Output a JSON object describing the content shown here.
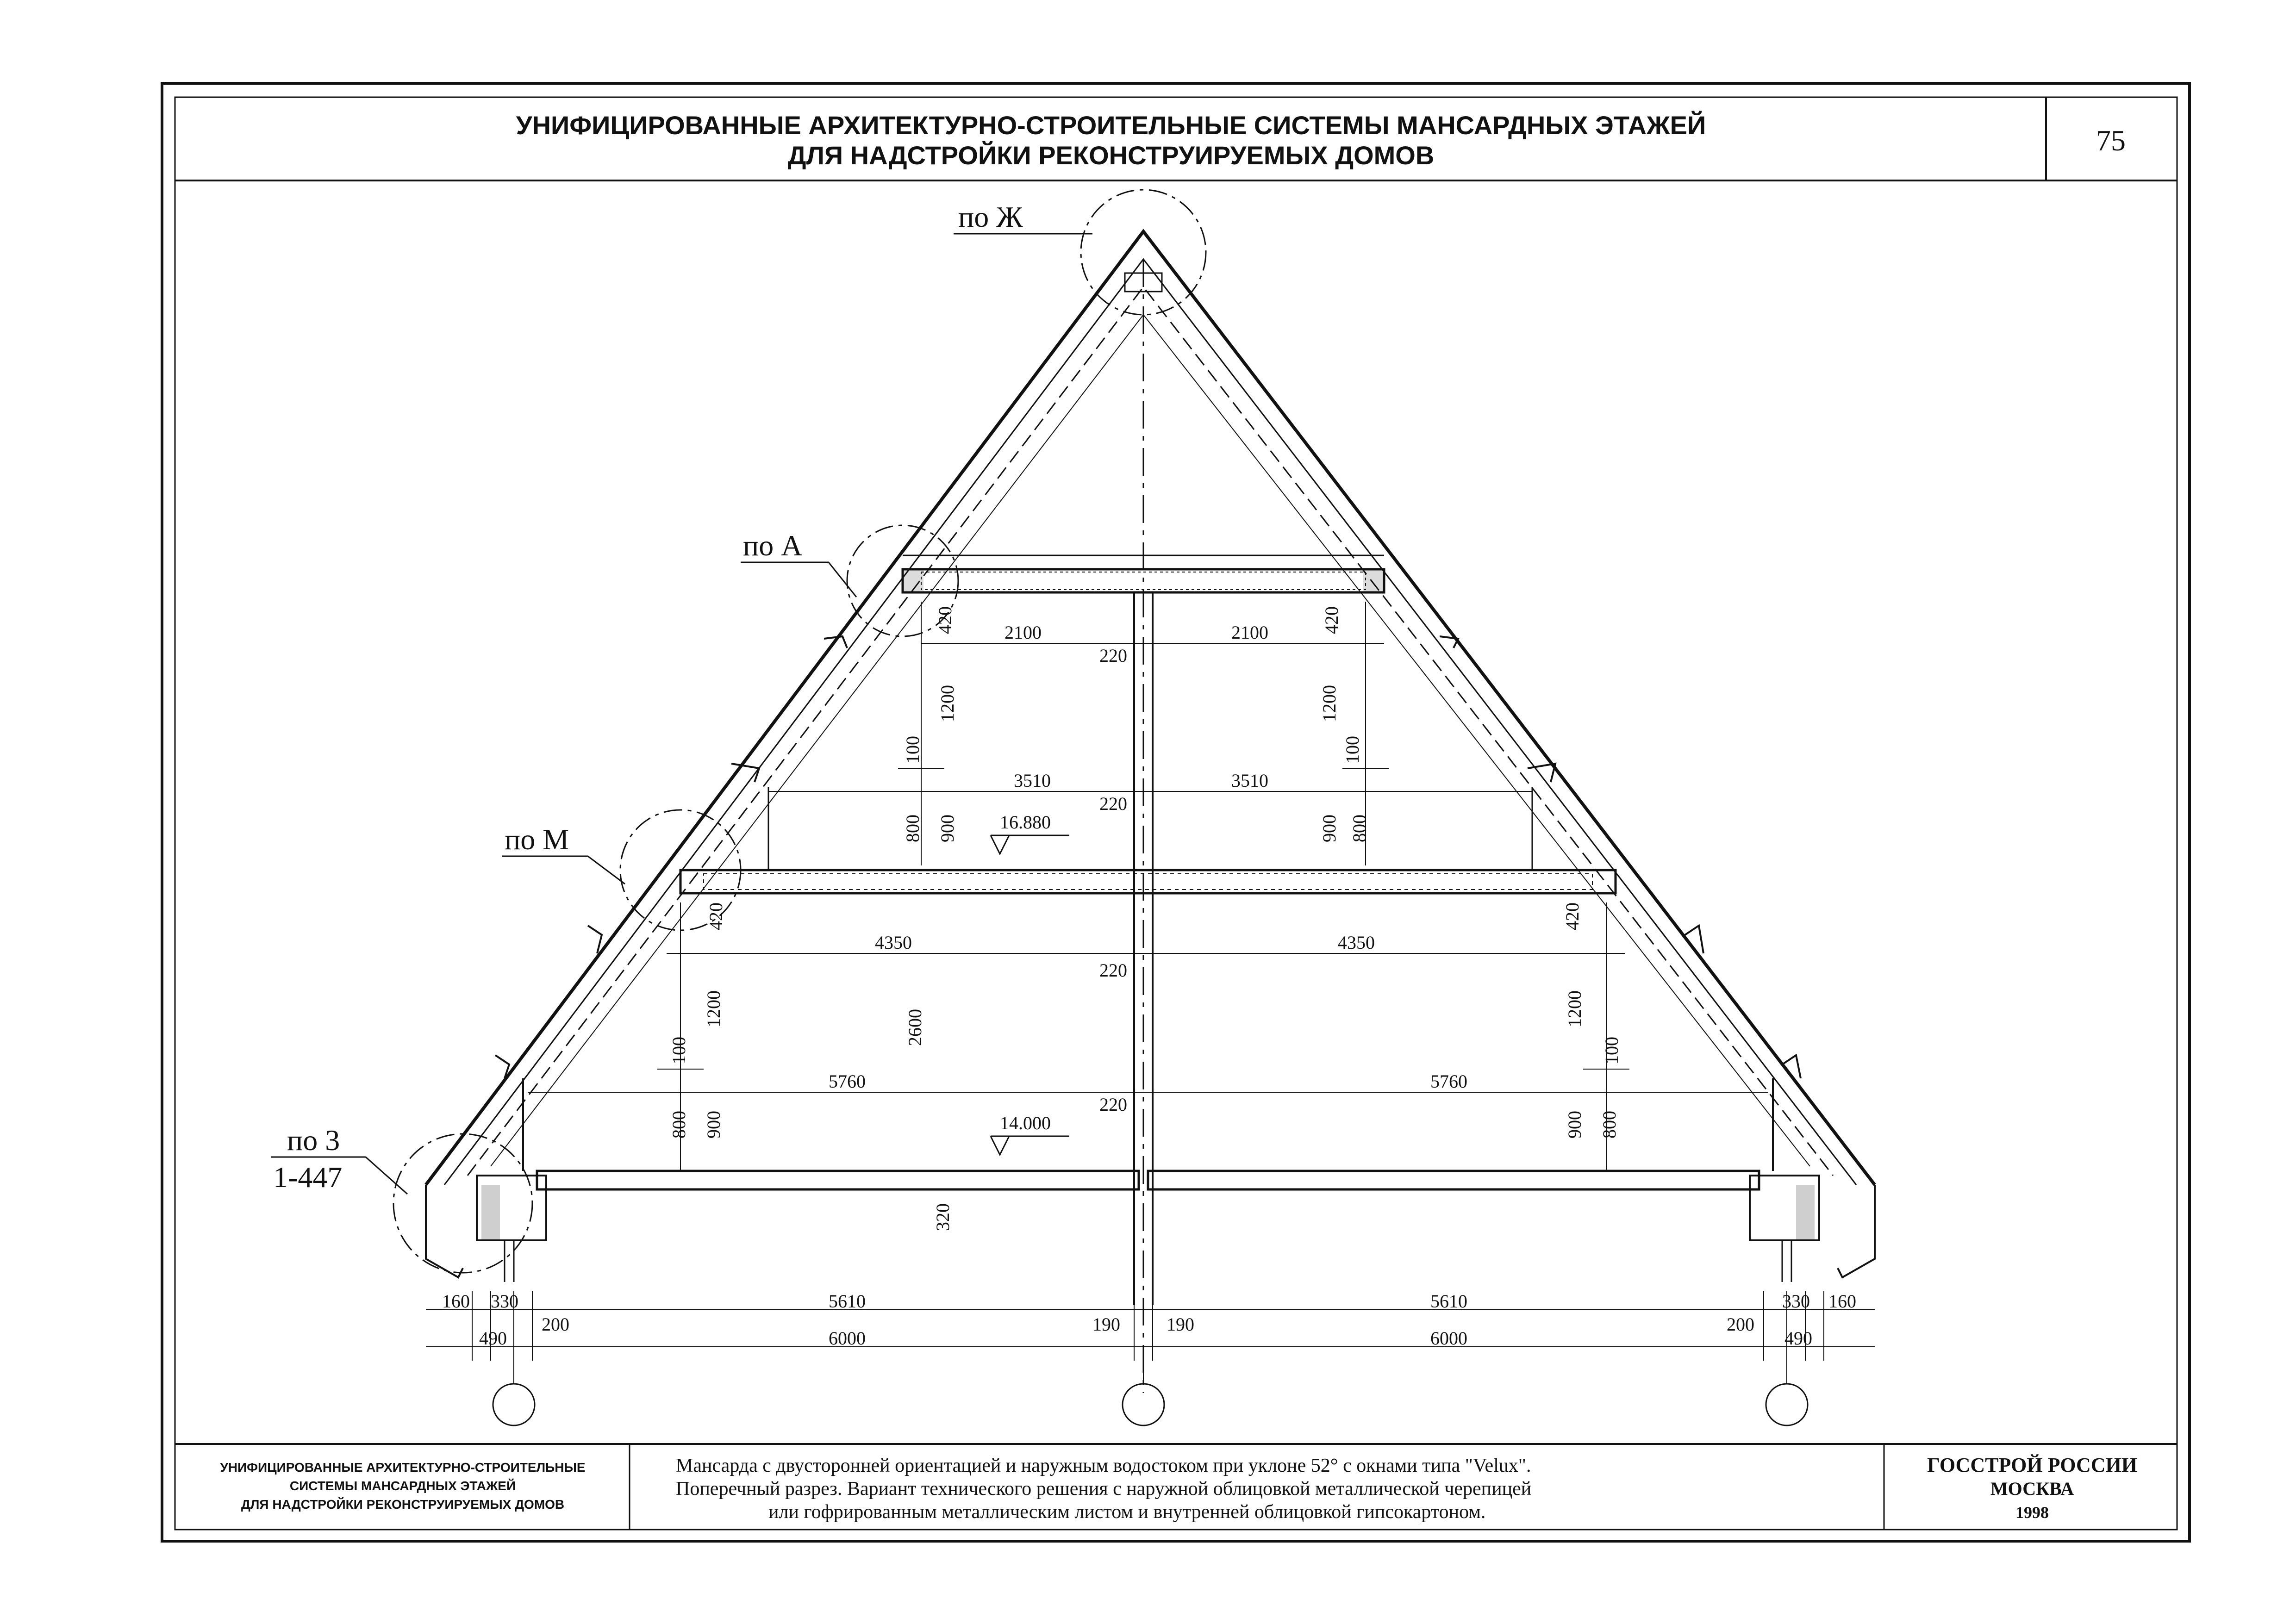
{
  "header": {
    "title_line1": "УНИФИЦИРОВАННЫЕ АРХИТЕКТУРНО-СТРОИТЕЛЬНЫЕ СИСТЕМЫ МАНСАРДНЫХ ЭТАЖЕЙ",
    "title_line2": "ДЛЯ НАДСТРОЙКИ РЕКОНСТРУИРУЕМЫХ ДОМОВ",
    "page_number": "75"
  },
  "callouts": {
    "zh": "по Ж",
    "a": "по А",
    "m": "по М",
    "z_top": "по 3",
    "z_bottom": "1-447"
  },
  "levels": {
    "upper": "16.880",
    "lower": "14.000"
  },
  "dimensions": {
    "d420": "420",
    "d2100": "2100",
    "d220": "220",
    "d1200": "1200",
    "d100": "100",
    "d3510": "3510",
    "d800": "800",
    "d900": "900",
    "d4350": "4350",
    "d2600": "2600",
    "d5760": "5760",
    "d320": "320",
    "d160": "160",
    "d330": "330",
    "d5610": "5610",
    "d490": "490",
    "d200": "200",
    "d6000": "6000",
    "d190": "190"
  },
  "footer": {
    "left_line1": "УНИФИЦИРОВАННЫЕ АРХИТЕКТУРНО-СТРОИТЕЛЬНЫЕ",
    "left_line2": "СИСТЕМЫ МАНСАРДНЫХ ЭТАЖЕЙ",
    "left_line3": "ДЛЯ НАДСТРОЙКИ РЕКОНСТРУИРУЕМЫХ ДОМОВ",
    "desc_line1": "Мансарда с двусторонней ориентацией и наружным водостоком при уклоне 52° с окнами типа \"Velux\".",
    "desc_line2": "Поперечный разрез. Вариант технического решения с наружной облицовкой металлической черепицей",
    "desc_line3": "или гофрированным металлическим листом и внутренней облицовкой гипсокартоном.",
    "org_line1": "ГОССТРОЙ РОССИИ",
    "org_line2": "МОСКВА",
    "org_line3": "1998"
  }
}
